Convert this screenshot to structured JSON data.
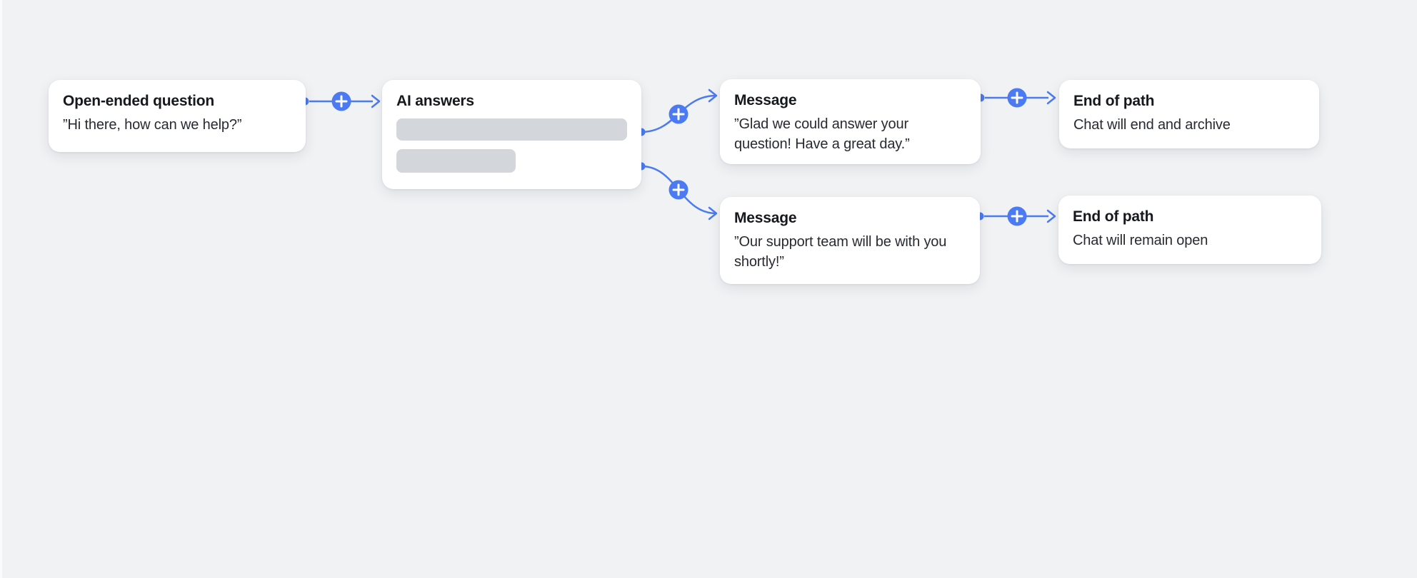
{
  "app": {
    "name": "chat-workflow-builder-canvas"
  },
  "theme": {
    "background": "#f1f2f4",
    "card": "#ffffff",
    "accent_blue": "#4b7af2",
    "placeholder_gray": "#d3d6da",
    "title_text": "#15181c",
    "body_text": "#272b30"
  },
  "nodes": [
    {
      "id": "open-ended-question",
      "title": "Open-ended question",
      "body": "”Hi there, how can we help?”"
    },
    {
      "id": "ai-answers",
      "title": "AI answers",
      "placeholder_bar_count": 2
    },
    {
      "id": "message-glad",
      "title": "Message",
      "body": "”Glad we could answer your question! Have a great day.”"
    },
    {
      "id": "end-of-path-archive",
      "title": "End of path",
      "body": "Chat will end and archive"
    },
    {
      "id": "message-support",
      "title": "Message",
      "body": "”Our support team will be with you shortly!”"
    },
    {
      "id": "end-of-path-open",
      "title": "End of path",
      "body": "Chat will remain open"
    }
  ],
  "connectors": [
    {
      "from": "open-ended-question",
      "to": "ai-answers",
      "button": "add-step"
    },
    {
      "from": "ai-answers",
      "to": "message-glad",
      "button": "add-step"
    },
    {
      "from": "ai-answers",
      "to": "message-support",
      "button": "add-step"
    },
    {
      "from": "message-glad",
      "to": "end-of-path-archive",
      "button": "add-step"
    },
    {
      "from": "message-support",
      "to": "end-of-path-open",
      "button": "add-step"
    }
  ],
  "icons": {
    "add_step": "plus-icon"
  }
}
